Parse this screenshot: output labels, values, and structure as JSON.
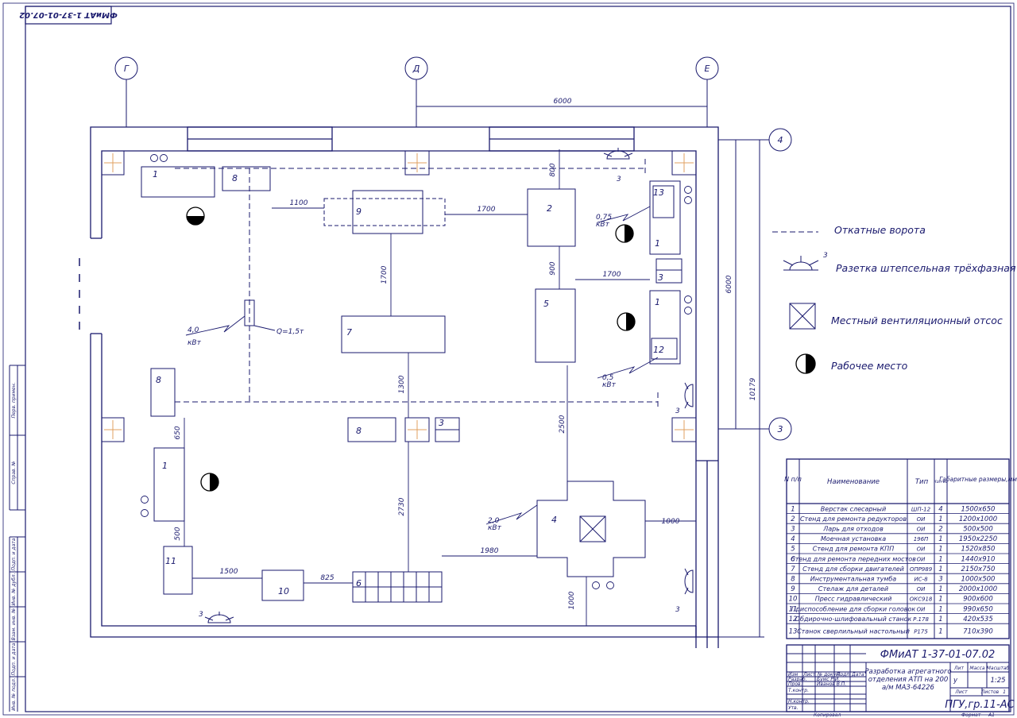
{
  "stamp": "ФМиАТ 1-37-01-07.02",
  "axes": {
    "g": "Г",
    "d": "Д",
    "e": "Е",
    "n4": "4",
    "n3": "3"
  },
  "equipment": {
    "e1a": "1",
    "e1b": "1",
    "e1c": "1",
    "e1d": "1",
    "e2": "2",
    "e3a": "3",
    "e3b": "3",
    "e4": "4",
    "e5": "5",
    "e6": "6",
    "e7": "7",
    "e8a": "8",
    "e8b": "8",
    "e8c": "8",
    "e9": "9",
    "e10": "10",
    "e11": "11",
    "e12": "12",
    "e13": "13",
    "socket3a": "3",
    "socket3b": "3",
    "socket3c": "3",
    "socket3d": "3"
  },
  "dims": {
    "d6000top": "6000",
    "d6000right": "6000",
    "d10179": "10179",
    "d1100": "1100",
    "d1700a": "1700",
    "d1700b": "1700",
    "d1700c": "1700",
    "d800": "800",
    "d900": "900",
    "d1300": "1300",
    "d2500": "2500",
    "d2730": "2730",
    "d1980": "1980",
    "d1000a": "1000",
    "d1000b": "1000",
    "d650": "650",
    "d500": "500",
    "d1500": "1500",
    "d825": "825"
  },
  "power": {
    "p075": "0,75",
    "p075u": "кВт",
    "p05": "0,5",
    "p05u": "кВт",
    "p40": "4,0",
    "p40u": "кВт",
    "p20": "2,0",
    "p20u": "кВт",
    "q": "Q=1,5т"
  },
  "legend": {
    "gates": "Откатные ворота",
    "socket": "Разетка штепсельная трёхфазная",
    "socket_num": "3",
    "vent": "Местный вентиляционный отсос",
    "work": "Рабочее место"
  },
  "spec": {
    "headers": {
      "n": "N п/п",
      "name": "Наименование",
      "type": "Тип",
      "qty": "Кол-во",
      "size": "Габаритные размеры,мм"
    },
    "rows": [
      {
        "n": "1",
        "name": "Верстак слесарный",
        "type": "ШП-12",
        "qty": "4",
        "size": "1500х650"
      },
      {
        "n": "2",
        "name": "Стенд для ремонта редукторов",
        "type": "ОИ",
        "qty": "1",
        "size": "1200х1000"
      },
      {
        "n": "3",
        "name": "Ларь для отходов",
        "type": "ОИ",
        "qty": "2",
        "size": "500х500"
      },
      {
        "n": "4",
        "name": "Моечная установка",
        "type": "196П",
        "qty": "1",
        "size": "1950х2250"
      },
      {
        "n": "5",
        "name": "Стенд для ремонта КПП",
        "type": "ОИ",
        "qty": "1",
        "size": "1520х850"
      },
      {
        "n": "6",
        "name": "Стенд для ремонта передних мостов",
        "type": "ОИ",
        "qty": "1",
        "size": "1440х910"
      },
      {
        "n": "7",
        "name": "Стенд для сборки двигателей",
        "type": "ОПР989",
        "qty": "1",
        "size": "2150х750"
      },
      {
        "n": "8",
        "name": "Инструментальная тумба",
        "type": "ИС-8",
        "qty": "3",
        "size": "1000х500"
      },
      {
        "n": "9",
        "name": "Стелаж для деталей",
        "type": "ОИ",
        "qty": "1",
        "size": "2000х1000"
      },
      {
        "n": "10",
        "name": "Пресс гидравлический",
        "type": "ОКС918",
        "qty": "1",
        "size": "900х600"
      },
      {
        "n": "11",
        "name": "Приспособление для сборки головок",
        "type": "ОИ",
        "qty": "1",
        "size": "990х650"
      },
      {
        "n": "12",
        "name": "Обдирочно-шлифовальный станок",
        "type": "Р.178",
        "qty": "1",
        "size": "420х535"
      },
      {
        "n": "13",
        "name": "Станок сверлильный настольный",
        "type": "Р175",
        "qty": "1",
        "size": "710х390"
      }
    ]
  },
  "titleblock": {
    "code": "ФМиАТ 1-37-01-07.02",
    "title1": "Разработка агрегатного",
    "title2": "отделения АТП на 200",
    "title3": "а/м МАЗ-64226",
    "lit": "Лит",
    "mass": "Масса",
    "scale": "Масштаб",
    "scale_val": "1:25",
    "lit_val": "у",
    "sheet": "Лист",
    "sheets": "Листов",
    "sheets_val": "1",
    "org": "ПГУ,гр.11-АС",
    "izm": "Изм",
    "list": "Лист",
    "ndoc": "№ докум.",
    "podp": "Подп.",
    "data": "Дата",
    "razrab": "Разраб.",
    "prov": "Пров.",
    "tkontr": "Т.контр.",
    "nkontr": "Н.контр.",
    "utv": "Утв.",
    "razrab_name": "Бумс Р.И.",
    "prov_name": "Иванов В.П.",
    "kopiroval": "Копировал",
    "format": "Формат",
    "format_val": "А1"
  },
  "sidebar": {
    "s1": "Перв. примен.",
    "s2": "Справ. №",
    "s3": "Подп. и дата",
    "s4": "Инв. № дубл.",
    "s5": "Взам. инв. №",
    "s6": "Подп. и дата",
    "s7": "Инв. № подл."
  }
}
